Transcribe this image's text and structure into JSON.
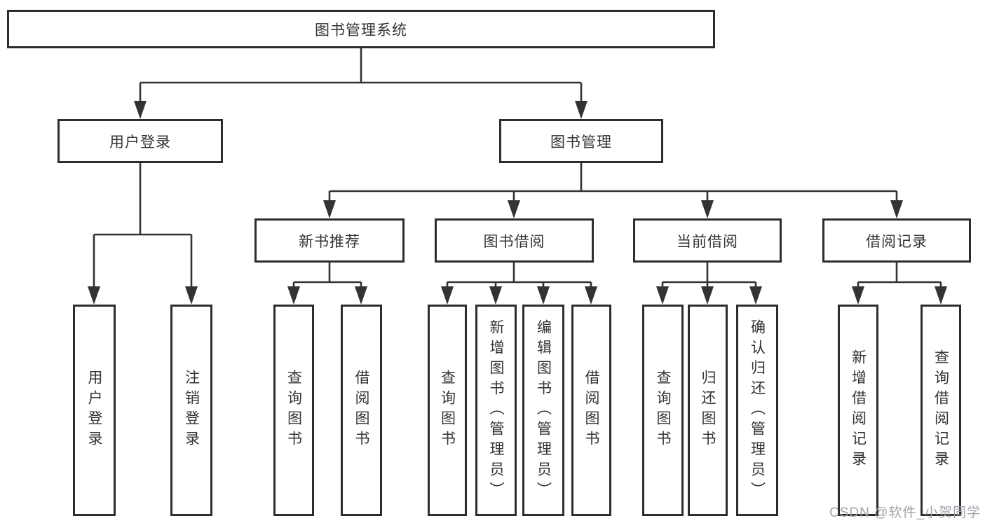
{
  "tree": {
    "label": "图书管理系统",
    "children": [
      {
        "label": "用户登录",
        "children": [
          {
            "label": "用户登录"
          },
          {
            "label": "注销登录"
          }
        ]
      },
      {
        "label": "图书管理",
        "children": [
          {
            "label": "新书推荐",
            "children": [
              {
                "label": "查询图书"
              },
              {
                "label": "借阅图书"
              }
            ]
          },
          {
            "label": "图书借阅",
            "children": [
              {
                "label": "查询图书"
              },
              {
                "label": "新增图书（管理员）"
              },
              {
                "label": "编辑图书（管理员）"
              },
              {
                "label": "借阅图书"
              }
            ]
          },
          {
            "label": "当前借阅",
            "children": [
              {
                "label": "查询图书"
              },
              {
                "label": "归还图书"
              },
              {
                "label": "确认归还（管理员）"
              }
            ]
          },
          {
            "label": "借阅记录",
            "children": [
              {
                "label": "新增借阅记录"
              },
              {
                "label": "查询借阅记录"
              }
            ]
          }
        ]
      }
    ]
  },
  "watermark": {
    "text": "CSDN @软件_小贺同学"
  },
  "colors": {
    "box_border": "#2d2d2d",
    "connector": "#333333",
    "text": "#333333",
    "watermark": "#a2a2ab",
    "background": "#ffffff"
  }
}
